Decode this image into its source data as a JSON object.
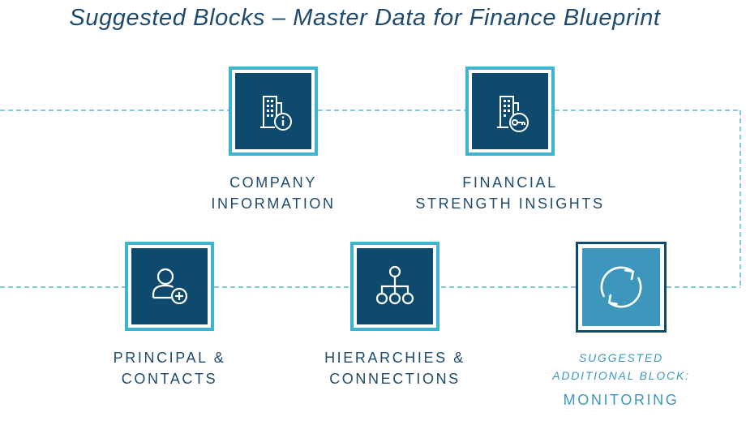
{
  "title": "Suggested Blocks – Master Data for Finance Blueprint",
  "colors": {
    "dark_navy": "#0e4a6e",
    "light_blue": "#3fb4cf",
    "suggested_fill": "#3d97bd",
    "text": "#1d4a6d",
    "connector": "#3fa7c7"
  },
  "blocks": [
    {
      "id": "company",
      "icon": "building-info-icon",
      "label_line1": "COMPANY",
      "label_line2": "INFORMATION"
    },
    {
      "id": "financial",
      "icon": "building-key-icon",
      "label_line1": "FINANCIAL",
      "label_line2": "STRENGTH INSIGHTS"
    },
    {
      "id": "principal",
      "icon": "add-person-icon",
      "label_line1": "PRINCIPAL &",
      "label_line2": "CONTACTS"
    },
    {
      "id": "hierarchies",
      "icon": "hierarchy-icon",
      "label_line1": "HIERARCHIES &",
      "label_line2": "CONNECTIONS"
    },
    {
      "id": "monitoring",
      "icon": "refresh-cycle-icon",
      "note_line1": "SUGGESTED",
      "note_line2": "ADDITIONAL BLOCK:",
      "label_line1": "MONITORING",
      "suggested": true
    }
  ]
}
